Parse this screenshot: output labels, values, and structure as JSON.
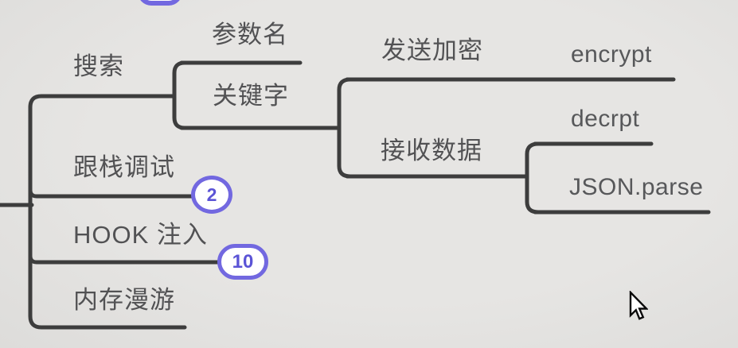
{
  "app": {
    "view": "mind-map-canvas"
  },
  "colors": {
    "background": "#e3e2e0",
    "line": "#3d3d3d",
    "text": "#525254",
    "badge_border": "#7268e0",
    "badge_fill": "#ffffff",
    "badge_text": "#5b54d6"
  },
  "tree": {
    "children": [
      {
        "label": "搜索",
        "children": [
          {
            "label": "参数名"
          },
          {
            "label": "关键字",
            "children": [
              {
                "label": "发送加密",
                "children": [
                  {
                    "label": "encrypt"
                  }
                ]
              },
              {
                "label": "接收数据",
                "children": [
                  {
                    "label": "decrpt"
                  },
                  {
                    "label": "JSON.parse"
                  }
                ]
              }
            ]
          }
        ]
      },
      {
        "label": "跟栈调试",
        "badge": "2"
      },
      {
        "label": "HOOK 注入",
        "badge": "10"
      },
      {
        "label": "内存漫游"
      }
    ]
  }
}
